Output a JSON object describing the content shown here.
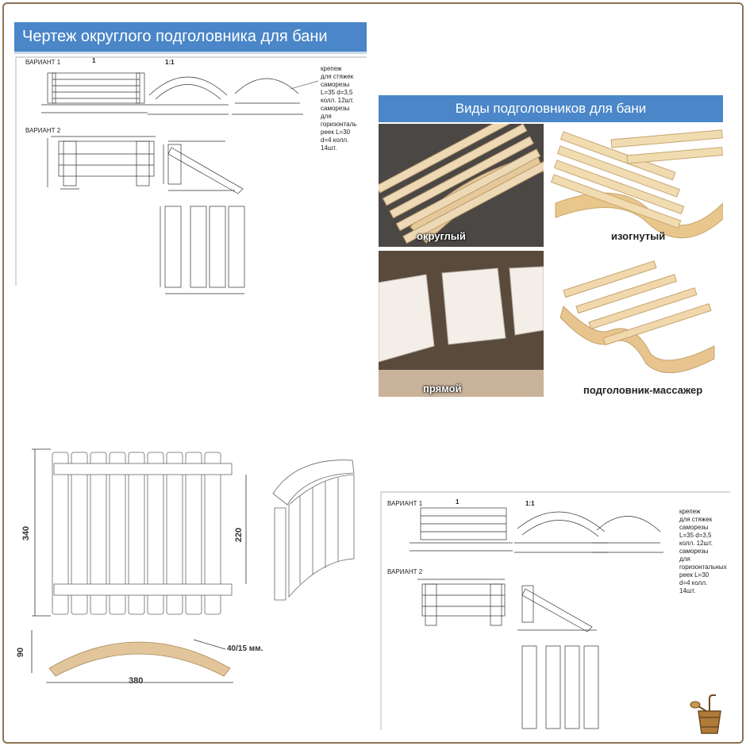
{
  "top_left": {
    "title": "Чертеж округлого подголовника для бани",
    "variant1": "ВАРИАНТ 1",
    "variant2": "ВАРИАНТ 2",
    "mark": "1",
    "scale": "1:1",
    "note": "крепеж\nдля стяжек\nсаморезы\nL=35 d=3,5\nколл. 12шт.\nсаморезы\nдля\nгоризонталь\nреек L=30\nd=4 колл.\n14шт."
  },
  "types": {
    "title": "Виды подголовников для бани",
    "items": [
      {
        "label": "округлый"
      },
      {
        "label": "изогнутый"
      },
      {
        "label": "прямой"
      },
      {
        "label": "подголовник-массажер"
      }
    ]
  },
  "bottom_left": {
    "dim_340": "340",
    "dim_220": "220",
    "dim_90": "90",
    "dim_380": "380",
    "dim_slat": "40/15 мм."
  },
  "bottom_right": {
    "variant1": "ВАРИАНТ 1",
    "variant2": "ВАРИАНТ 2",
    "mark": "1",
    "scale": "1:1",
    "note": "крепеж\nдля стяжек\nсаморезы\nL=35 d=3,5\nколл. 12шт.\nсаморезы\nдля\nгоризонтальных\nреек L=30\nd=4 колл.\n14шт."
  },
  "colors": {
    "banner": "#4a86c8",
    "wood_light": "#f1e1c4",
    "wood": "#e6cfa3",
    "frame": "#8b7355"
  },
  "icon": "bath-bucket-icon"
}
